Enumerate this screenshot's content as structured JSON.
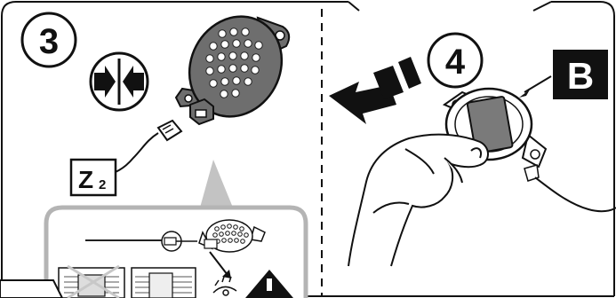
{
  "steps": [
    {
      "number": "3"
    },
    {
      "number": "4"
    }
  ],
  "labels": {
    "connector_label": "Z",
    "connector_subscript": "2",
    "part_badge": "B"
  },
  "icons": {
    "connect": "connect-arrows-icon",
    "remove": "remove-arrows-icon",
    "warning": "warning-triangle-icon",
    "wrong": "cross-out-icon"
  },
  "colors": {
    "line": "#111111",
    "speaker_body": "#6e6e6e",
    "speaker_holes": "#ffffff",
    "inset_border": "#b4b4b4",
    "badge_bg": "#111111",
    "badge_text": "#ffffff"
  }
}
